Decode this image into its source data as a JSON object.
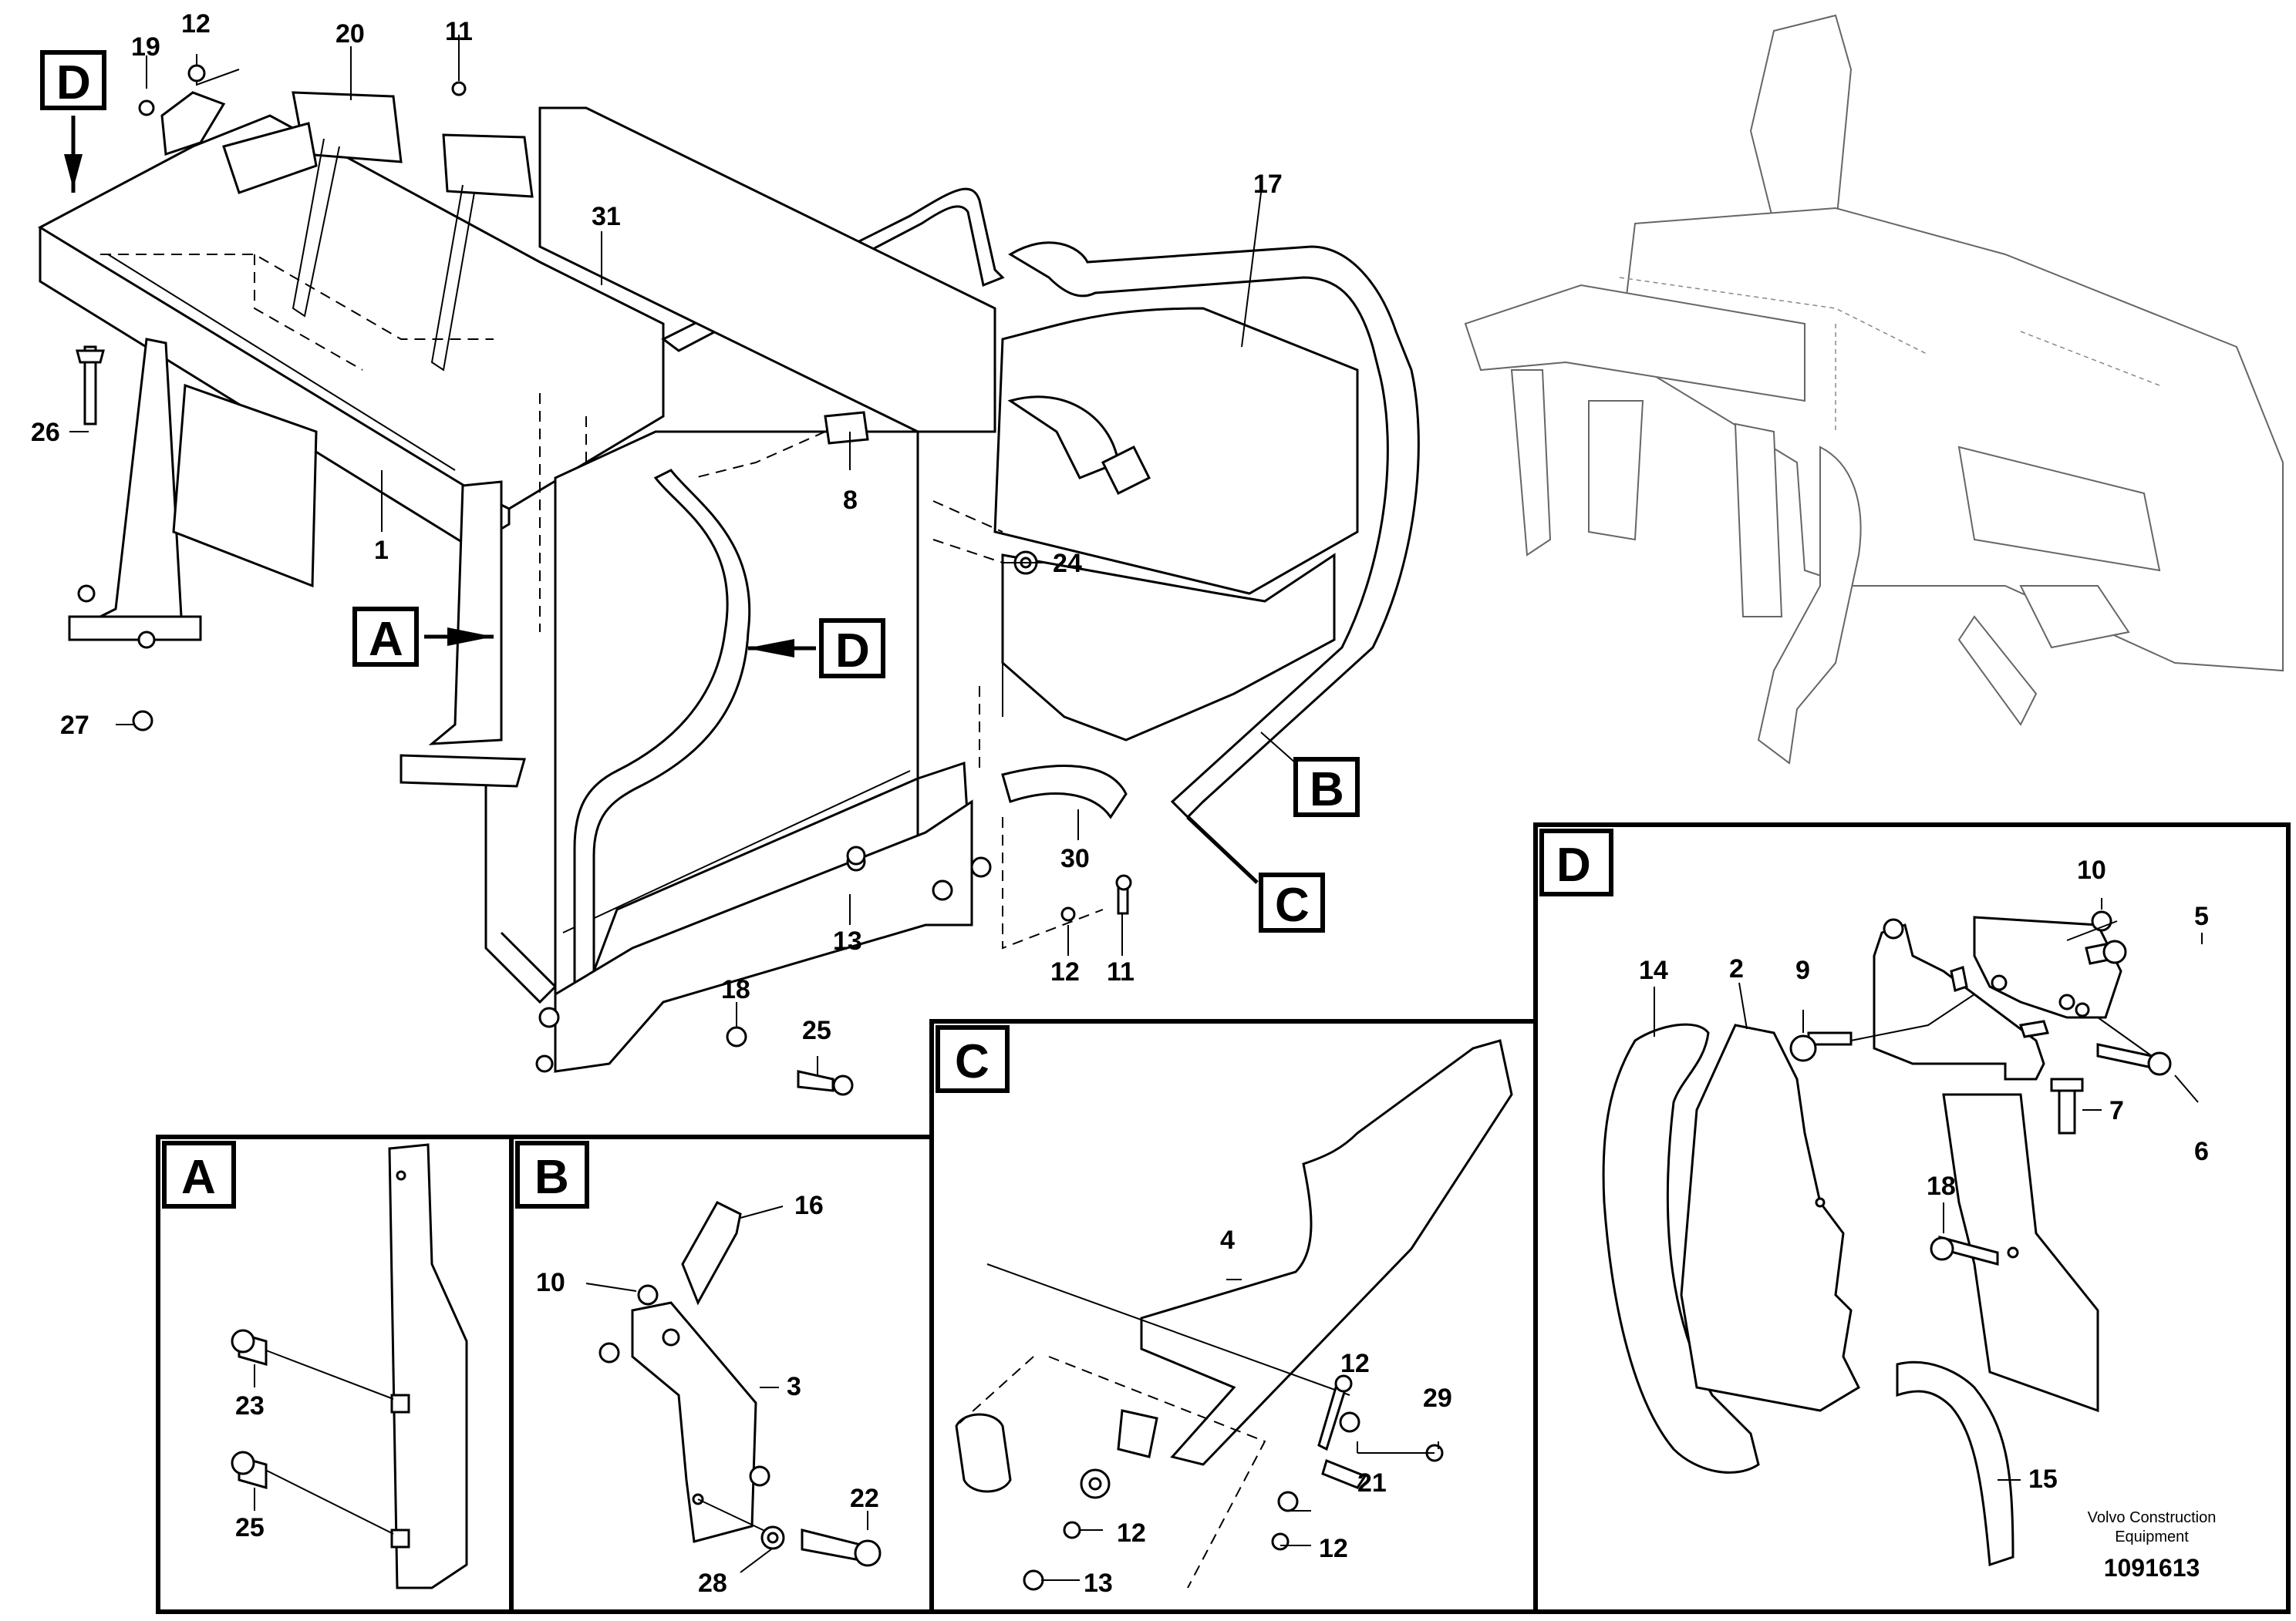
{
  "diagram": {
    "main_labels": {
      "l1": "1",
      "l8": "8",
      "l11a": "11",
      "l11b": "11",
      "l12a": "12",
      "l12b": "12",
      "l13": "13",
      "l17": "17",
      "l18": "18",
      "l19": "19",
      "l20": "20",
      "l24": "24",
      "l25": "25",
      "l26": "26",
      "l27": "27",
      "l30": "30",
      "l31": "31"
    },
    "view_markers": {
      "a": "A",
      "b": "B",
      "c": "C",
      "d_top": "D",
      "d_mid": "D"
    },
    "detail_a": {
      "title": "A",
      "labels": {
        "l23": "23",
        "l25": "25"
      }
    },
    "detail_b": {
      "title": "B",
      "labels": {
        "l16": "16",
        "l10": "10",
        "l3": "3",
        "l22": "22",
        "l28": "28"
      }
    },
    "detail_c": {
      "title": "C",
      "labels": {
        "l4": "4",
        "l12a": "12",
        "l29": "29",
        "l21": "21",
        "l12b": "12",
        "l12c": "12",
        "l13": "13"
      }
    },
    "detail_d": {
      "title": "D",
      "labels": {
        "l10": "10",
        "l5": "5",
        "l14": "14",
        "l2": "2",
        "l9": "9",
        "l7": "7",
        "l6": "6",
        "l18": "18",
        "l15": "15"
      }
    },
    "credit": {
      "line1": "Volvo Construction",
      "line2": "Equipment",
      "number": "1091613"
    }
  }
}
